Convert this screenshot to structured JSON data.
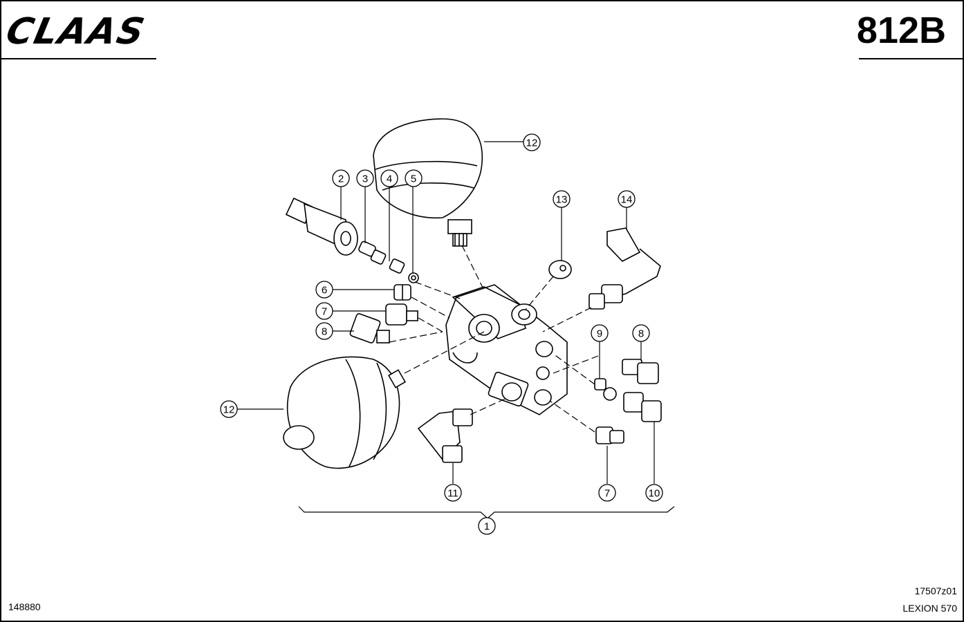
{
  "header": {
    "logo_text": "CLAAS",
    "page_number": "812B"
  },
  "footer": {
    "left_number": "148880",
    "drawing_code": "17507z01",
    "model": "LEXION 570"
  },
  "callouts": {
    "c1": "1",
    "c2": "2",
    "c3": "3",
    "c4": "4",
    "c5": "5",
    "c6": "6",
    "c7a": "7",
    "c7b": "7",
    "c8a": "8",
    "c8b": "8",
    "c9": "9",
    "c10": "10",
    "c11": "11",
    "c12a": "12",
    "c12b": "12",
    "c13": "13",
    "c14": "14"
  }
}
